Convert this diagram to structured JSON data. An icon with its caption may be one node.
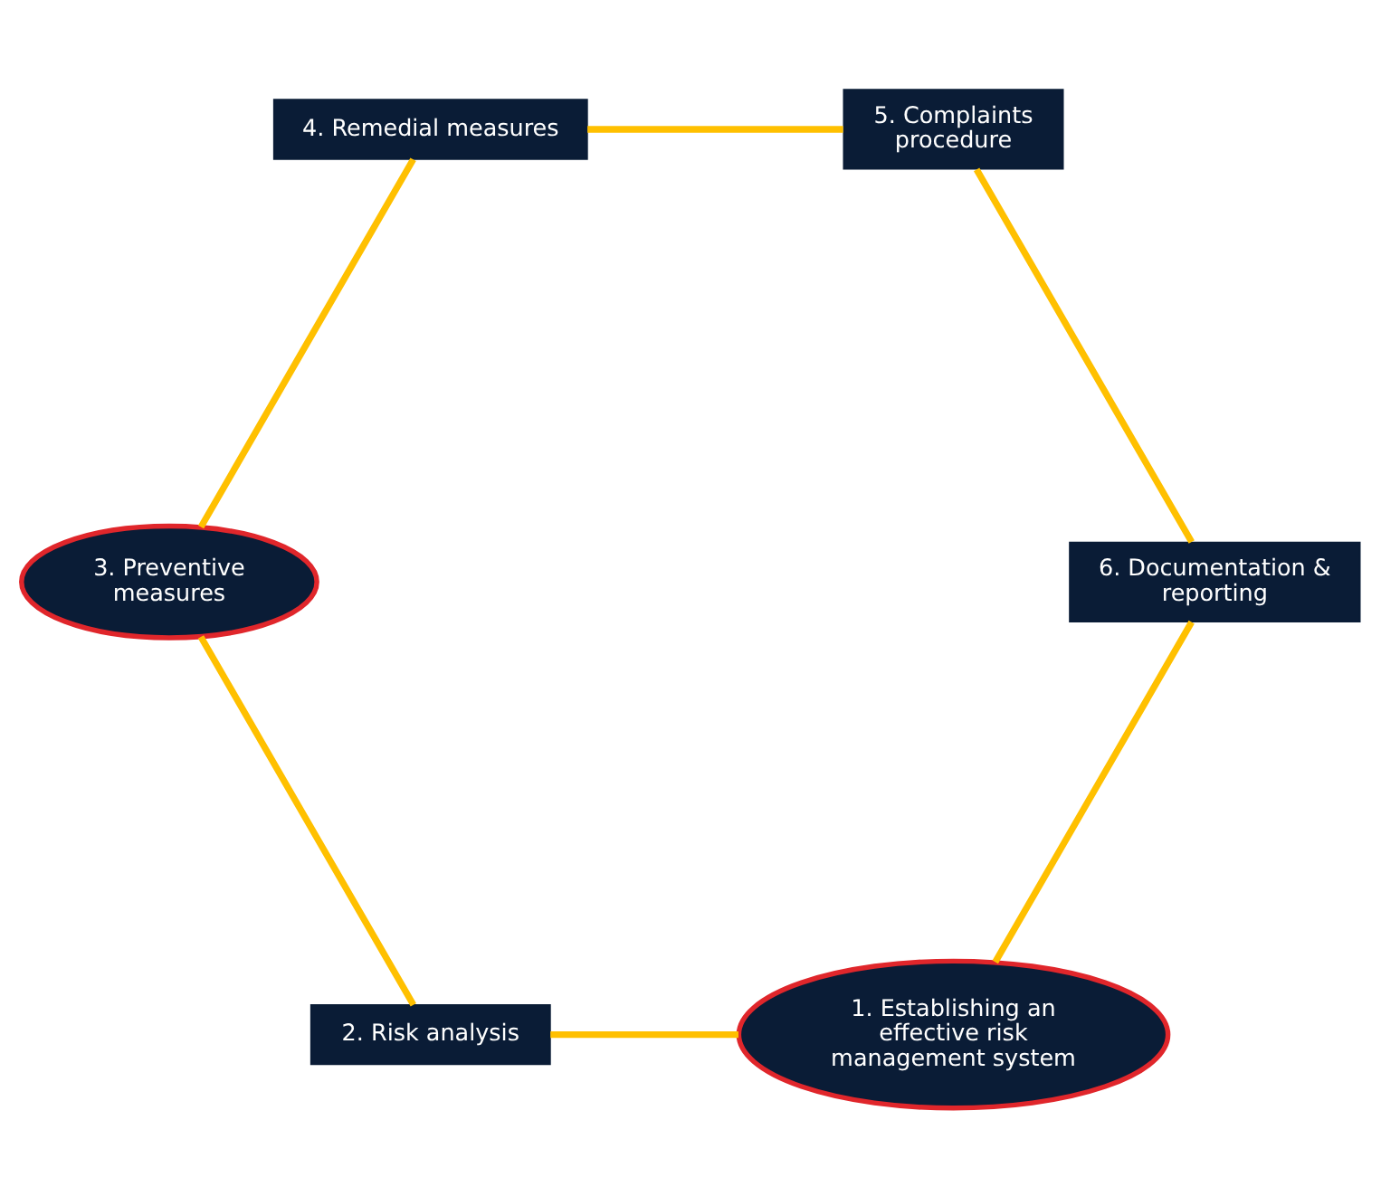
{
  "diagram": {
    "nodes": [
      {
        "text": [
          "1. Establishing an effective risk management system"
        ]
      },
      {
        "text": [
          "2. Risk analysis"
        ]
      },
      {
        "text": [
          "3. Preventive measures"
        ]
      },
      {
        "text": [
          "4. Remedial measures"
        ]
      },
      {
        "text": [
          "5. Complaints procedure"
        ]
      },
      {
        "text": [
          "6. Documentation & reporting"
        ]
      }
    ],
    "edges": [
      {
        "from": 0,
        "to": 1,
        "arrow": "none"
      },
      {
        "from": 1,
        "to": 2,
        "arrow": "none"
      },
      {
        "from": 2,
        "to": 3,
        "arrow": "none"
      },
      {
        "from": 3,
        "to": 4,
        "arrow": "none"
      },
      {
        "from": 4,
        "to": 5,
        "arrow": "none"
      },
      {
        "from": 5,
        "to": 0,
        "arrow": "none"
      }
    ]
  }
}
